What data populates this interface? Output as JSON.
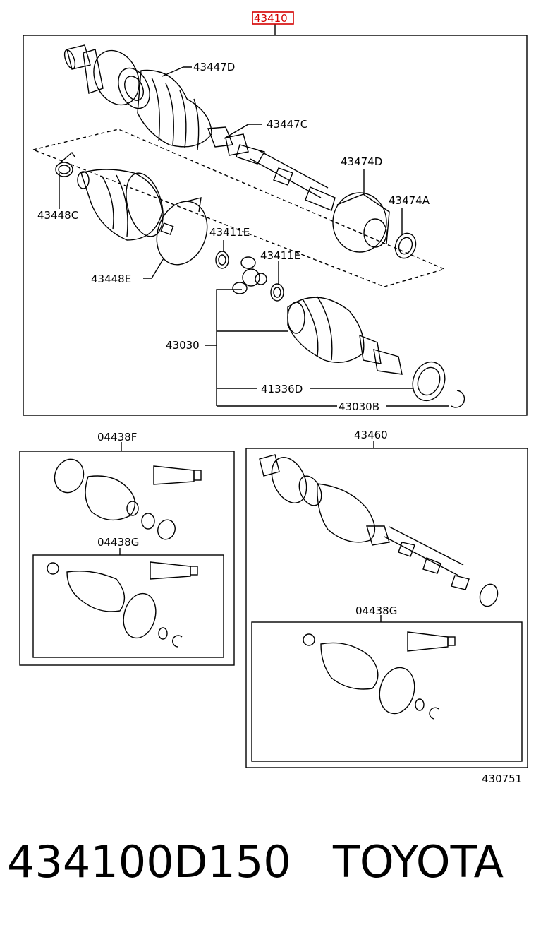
{
  "highlight_color": "#d40000",
  "main_assembly": "43410",
  "labels": {
    "43447D": "43447D",
    "43447C": "43447C",
    "43474D": "43474D",
    "43474A": "43474A",
    "43448C": "43448C",
    "43411E_a": "43411E",
    "43411E_b": "43411E",
    "43448E": "43448E",
    "43030": "43030",
    "41336D": "41336D",
    "43030B": "43030B",
    "04438F": "04438F",
    "04438G_a": "04438G",
    "43460": "43460",
    "04438G_b": "04438G",
    "diagram_id": "430751"
  },
  "footer": {
    "part_number": "434100D150",
    "brand": "TOYOTA"
  }
}
